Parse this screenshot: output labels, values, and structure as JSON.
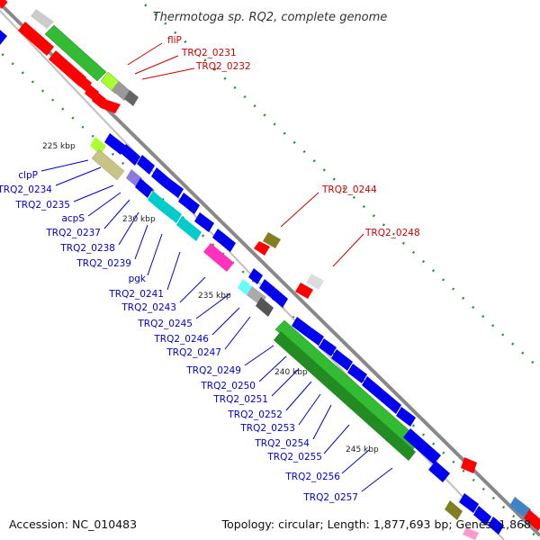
{
  "title": "Thermotoga sp. RQ2, complete genome",
  "footer": {
    "accession": "Accession: NC_010483",
    "topology": "Topology: circular; Length: 1,877,693 bp; Genes: 1,868"
  },
  "ticks": [
    "225 kbp",
    "230 kbp",
    "235 kbp",
    "240 kbp",
    "245 kbp"
  ],
  "labels_forward": [
    "fliP",
    "TRQ2_0231",
    "TRQ2_0232",
    "TRQ2_0244",
    "TRQ2_0248"
  ],
  "labels_reverse": [
    "clpP",
    "TRQ2_0234",
    "TRQ2_0235",
    "acpS",
    "TRQ2_0237",
    "TRQ2_0238",
    "TRQ2_0239",
    "pgk",
    "TRQ2_0241",
    "TRQ2_0243",
    "TRQ2_0245",
    "TRQ2_0246",
    "TRQ2_0247",
    "TRQ2_0249",
    "TRQ2_0250",
    "TRQ2_0251",
    "TRQ2_0252",
    "TRQ2_0253",
    "TRQ2_0254",
    "TRQ2_0255",
    "TRQ2_0256",
    "TRQ2_0257"
  ],
  "colors": {
    "forward_label": "#cc0000",
    "reverse_label": "#0000cc",
    "forward_gene": "#ff0000",
    "reverse_gene": "#0000ee",
    "backbone": "#888888",
    "tick_dot": "#2e8b2e"
  }
}
